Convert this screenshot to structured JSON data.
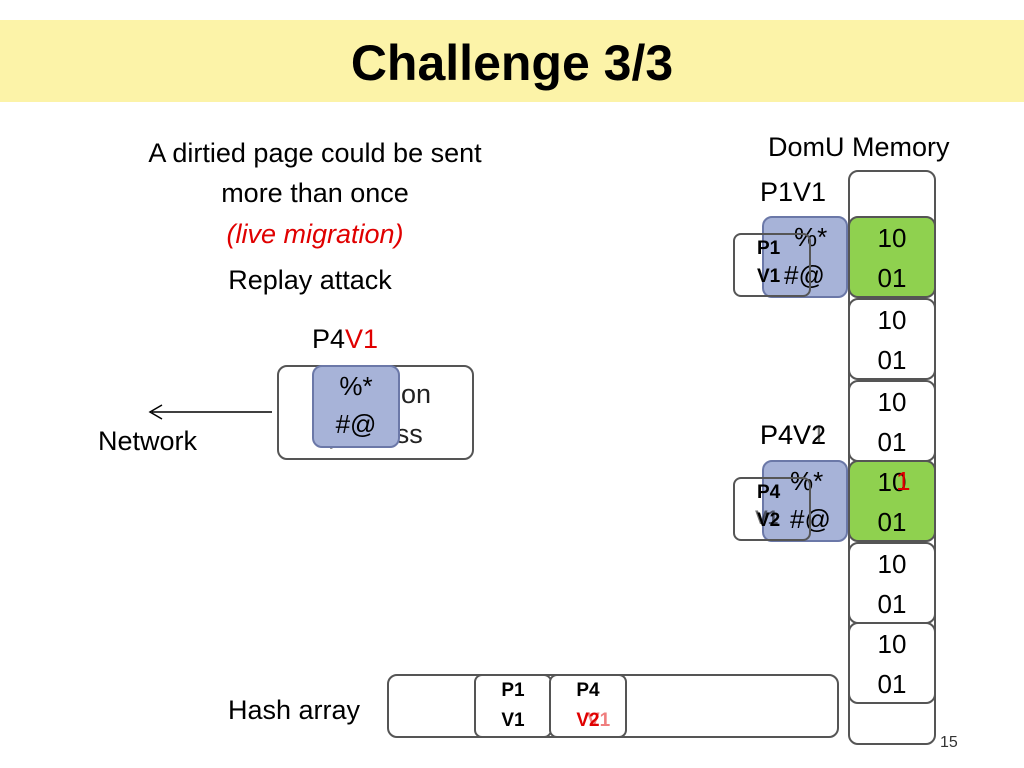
{
  "title": "Challenge 3/3",
  "description": {
    "line1": "A dirtied page could be sent",
    "line2": "more than once",
    "line3": "(live migration)",
    "line4": "Replay attack"
  },
  "migration": {
    "label_prefix": "P4",
    "label_version": "V1",
    "box_text_line1": "Migration",
    "box_text_line2": "process",
    "blob_line1": "%*",
    "blob_line2": "#@",
    "network_label": "Network"
  },
  "memory": {
    "title": "DomU Memory",
    "p1_label": "P1V1",
    "p4_label_a": "P4V2",
    "p4_label_b": "P4V1",
    "cells": [
      {
        "line1": "",
        "line2": ""
      },
      {
        "line1": "10",
        "line2": "01"
      },
      {
        "line1": "10",
        "line2": "01"
      },
      {
        "line1": "10",
        "line2": "01"
      },
      {
        "line1": "10",
        "line2": "01"
      },
      {
        "line1": "10",
        "line2": "01"
      },
      {
        "line1": "10",
        "line2": "01"
      }
    ],
    "overlay_digit": "1",
    "p1_blob_line1": "%*",
    "p1_blob_line2": "#@",
    "p1_tag_line1": "P1",
    "p1_tag_line2": "V1",
    "p4_blob_line1": "%*",
    "p4_blob_line2": "#@",
    "p4_tag_line1": "P4",
    "p4_tag_line2": "V2",
    "p4_tag_line2_alt": "V1"
  },
  "hash_array": {
    "label": "Hash array",
    "entries": [
      {
        "line1": "P1",
        "line2": "V1"
      },
      {
        "line1": "P4",
        "line2": "V2",
        "line2_alt": "V1"
      }
    ]
  },
  "page_number": "15",
  "colors": {
    "title_bg": "#fcf3a8",
    "green": "#8fd14f",
    "blue_blob": "#a7b3d8",
    "red": "#e00000"
  }
}
